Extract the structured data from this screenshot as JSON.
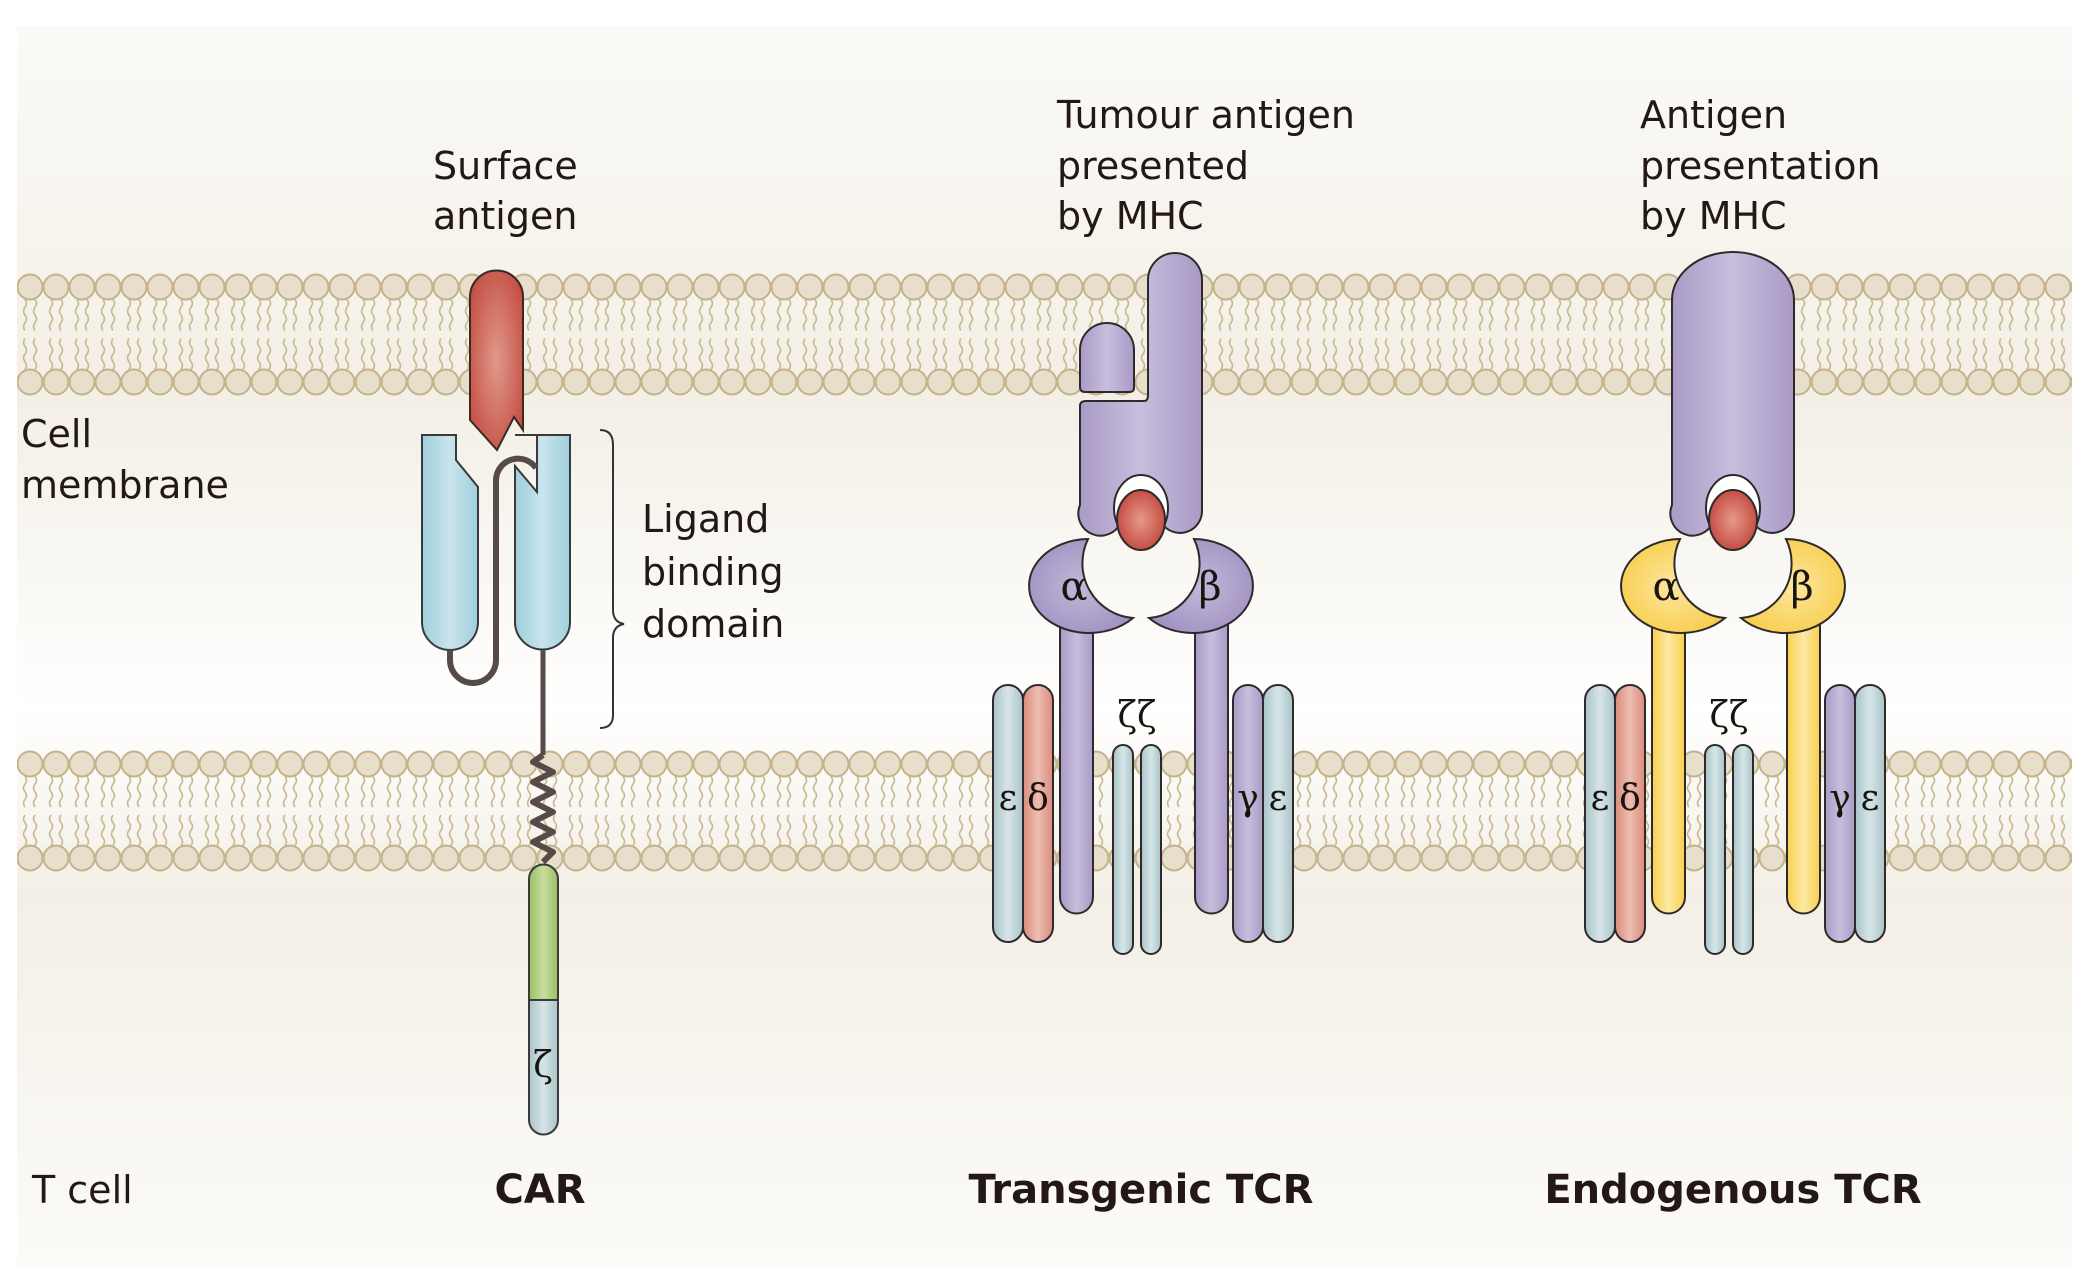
{
  "figure": {
    "region_labels": {
      "cell_membrane": [
        "Cell",
        "membrane"
      ],
      "t_cell": "T cell"
    },
    "car": {
      "title": "CAR",
      "antigen_label": [
        "Surface",
        "antigen"
      ],
      "domain_label": [
        "Ligand",
        "binding",
        "domain"
      ],
      "signal_chain_symbol": "ζ"
    },
    "transgenic_tcr": {
      "title": "Transgenic TCR",
      "antigen_label": [
        "Tumour antigen",
        "presented",
        "by MHC"
      ],
      "alpha": "α",
      "beta": "β",
      "zeta_pair": "ζζ",
      "epsilon_left": "ε",
      "delta": "δ",
      "gamma": "γ",
      "epsilon_right": "ε"
    },
    "endogenous_tcr": {
      "title": "Endogenous TCR",
      "antigen_label": [
        "Antigen",
        "presentation",
        "by MHC"
      ],
      "alpha": "α",
      "beta": "β",
      "zeta_pair": "ζζ",
      "epsilon_left": "ε",
      "delta": "δ",
      "gamma": "γ",
      "epsilon_right": "ε"
    },
    "colors": {
      "antigen_red": "#c9564b",
      "scfv_blue": "#a8d4e0",
      "mhc_purple": "#b6abd0",
      "transgenic_chain_purple": "#a99bc8",
      "endogenous_chain_yellow": "#fcd96a",
      "cd3_epsilon_teal": "#b9d0d3",
      "cd3_delta_salmon": "#e1a596",
      "costim_green": "#a7c872",
      "lipid_head": "#e7dfcc",
      "lipid_stroke": "#c3b28a",
      "linker": "#564b47"
    }
  }
}
